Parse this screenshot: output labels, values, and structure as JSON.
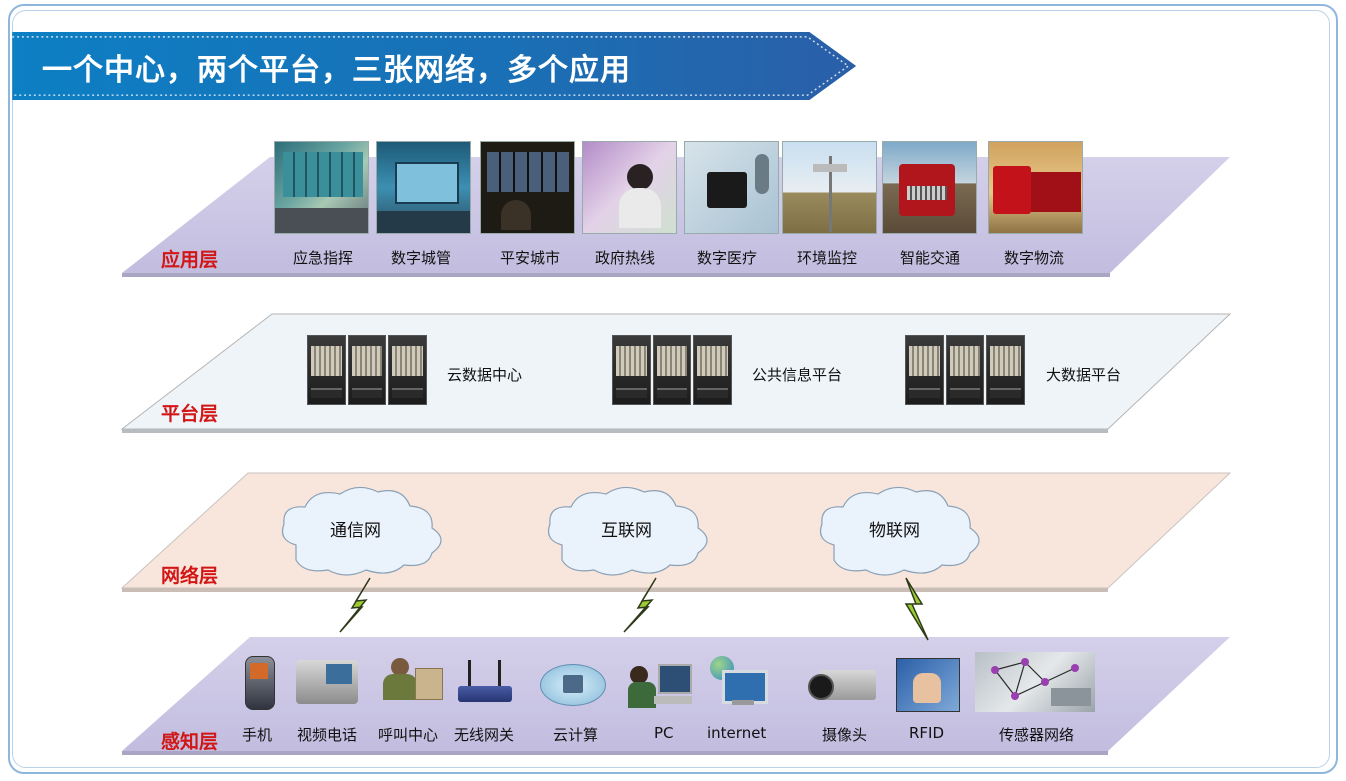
{
  "banner": {
    "title": "一个中心，两个平台，三张网络，多个应用"
  },
  "layers": {
    "application": {
      "label": "应用层",
      "items": [
        "应急指挥",
        "数字城管",
        "平安城市",
        "政府热线",
        "数字医疗",
        "环境监控",
        "智能交通",
        "数字物流"
      ],
      "icons": [
        "command-wall-icon",
        "city-mgmt-room-icon",
        "security-monitor-icon",
        "hotline-operator-icon",
        "medical-device-icon",
        "weather-station-icon",
        "truck-icon",
        "logistics-truck-icon"
      ]
    },
    "platform": {
      "label": "平台层",
      "items": [
        "云数据中心",
        "公共信息平台",
        "大数据平台"
      ]
    },
    "network": {
      "label": "网络层",
      "items": [
        "通信网",
        "互联网",
        "物联网"
      ]
    },
    "perception": {
      "label": "感知层",
      "items": [
        "手机",
        "视频电话",
        "呼叫中心",
        "无线网关",
        "云计算",
        "PC",
        "internet",
        "摄像头",
        "RFID",
        "传感器网络"
      ],
      "icons": [
        "mobile-phone-icon",
        "video-phone-icon",
        "call-center-icon",
        "wireless-router-icon",
        "cloud-compute-icon",
        "pc-icon",
        "internet-icon",
        "camera-icon",
        "rfid-icon",
        "sensor-network-icon"
      ]
    }
  },
  "colors": {
    "application_plane": "#c9c5e2",
    "platform_plane": "#eef4f8",
    "network_plane": "#f8e6dc",
    "perception_plane": "#c9c5e2",
    "layer_label": "#d21616",
    "banner": "#1a73b8",
    "lightning": "#9acd32"
  }
}
